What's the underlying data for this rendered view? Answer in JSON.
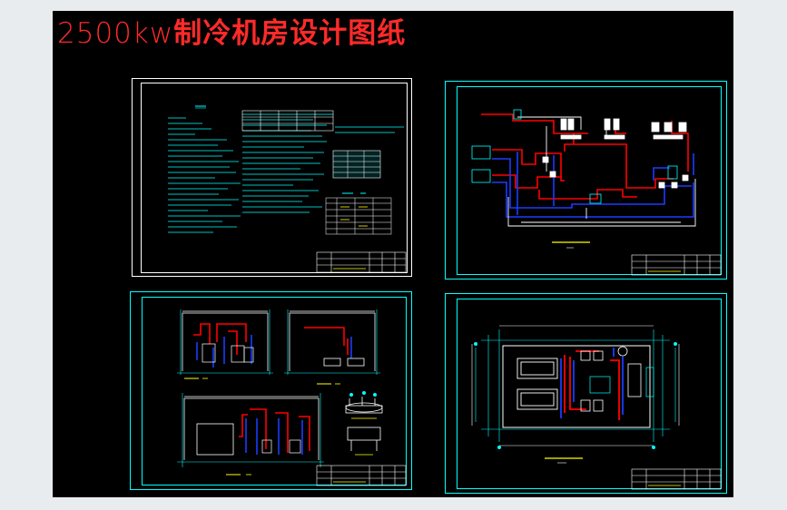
{
  "title": {
    "latin": "2500kw",
    "cjk": "制冷机房设计图纸"
  },
  "colors": {
    "background": "#000000",
    "title": "#ff2a2a",
    "sheet_white": "#ffffff",
    "sheet_cyan": "#00ffff",
    "pipe_red": "#ff0000",
    "pipe_blue": "#1a3cff",
    "text_yellow": "#ffff00",
    "frame": "#e9ecef"
  },
  "sheets": [
    {
      "name": "design-notes-sheet",
      "border": "white"
    },
    {
      "name": "system-schematic-sheet",
      "border": "cyan"
    },
    {
      "name": "section-views-sheet",
      "border": "cyan"
    },
    {
      "name": "floor-plan-sheet",
      "border": "cyan"
    }
  ]
}
